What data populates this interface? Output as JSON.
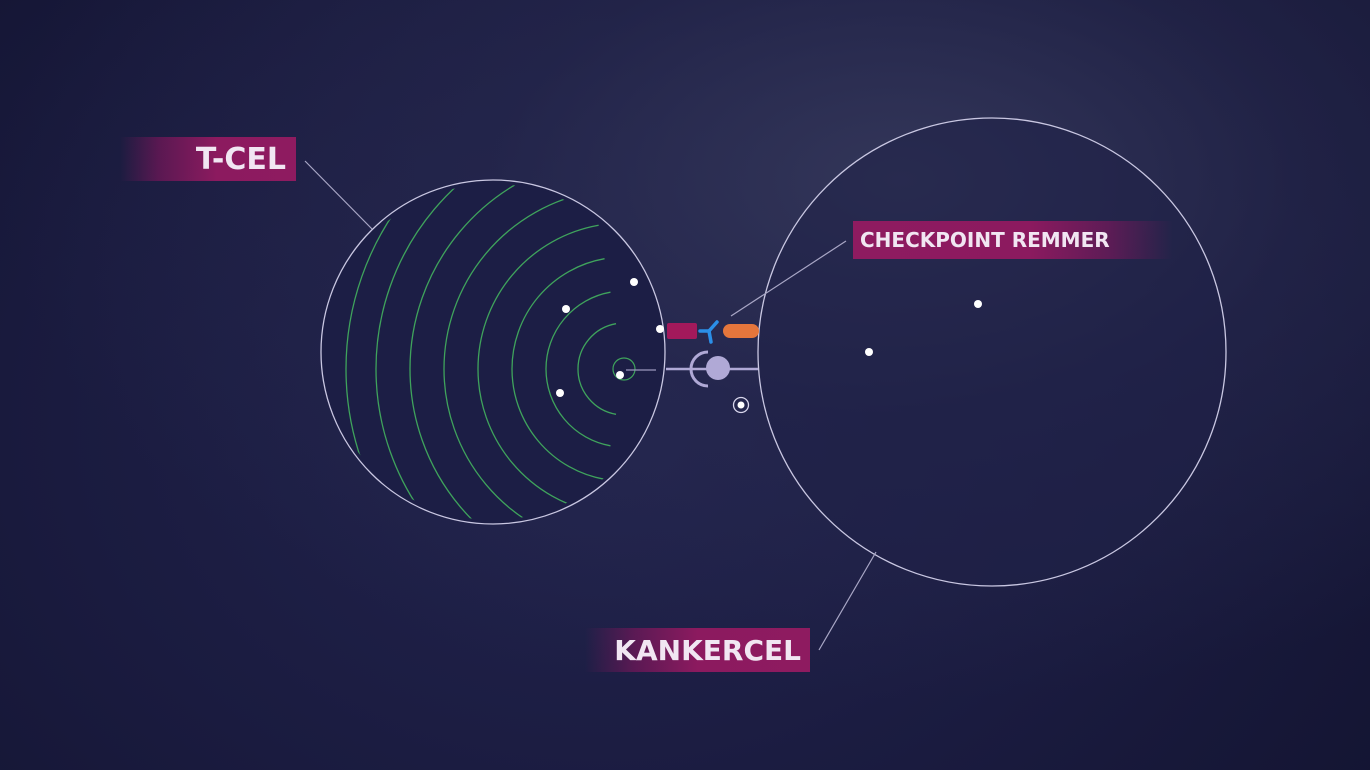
{
  "labels": {
    "t_cell": "T-CEL",
    "checkpoint_inhibitor": "CHECKPOINT REMMER",
    "cancer_cell": "KANKERCEL"
  },
  "colors": {
    "background": "#1b1d40",
    "cell_outline": "#c9c7e2",
    "t_cell_arcs": "#3fa35c",
    "label_fill": "#8c1a5f",
    "label_text": "#f1e6f2",
    "receptor_magenta": "#a3195b",
    "inhibitor_blue": "#2b8fe8",
    "ligand_orange": "#e5763c",
    "complex_lavender": "#b0a9d6"
  }
}
